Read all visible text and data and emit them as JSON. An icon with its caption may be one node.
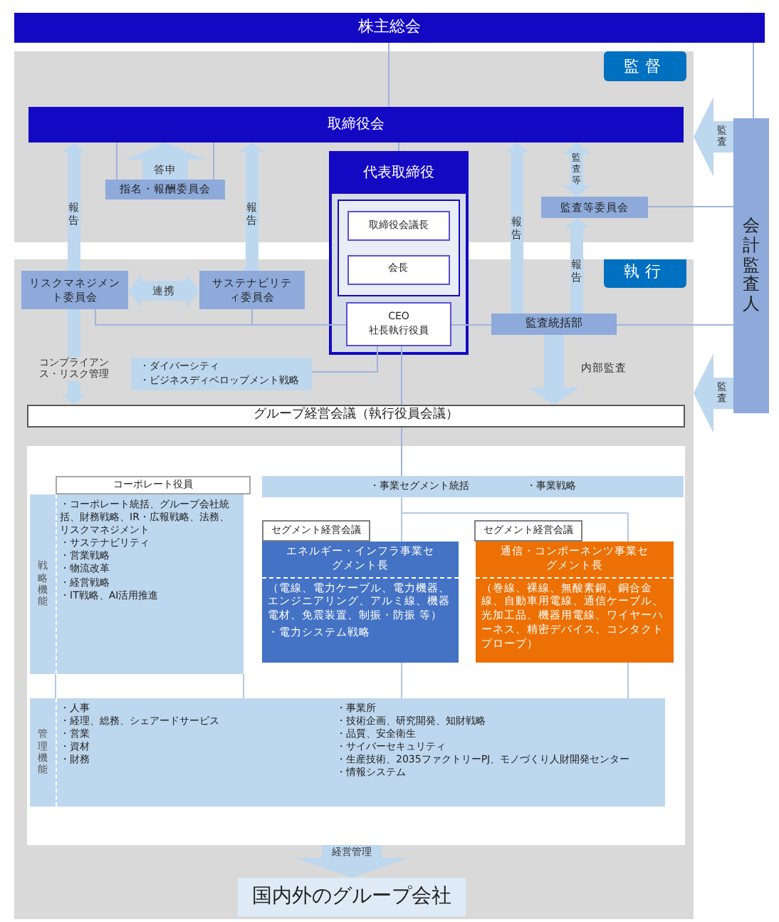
{
  "diagram": {
    "nodes": [
      {
        "text": [
          "株主総会"
        ]
      },
      {
        "text": [
          "監督"
        ]
      },
      {
        "text": [
          "取締役会"
        ],
        "in": 1
      },
      {
        "text": [
          "指名・報酬委員会"
        ],
        "in": 1
      },
      {
        "text": [
          "代表取締役"
        ]
      },
      {
        "text": [],
        "shape": "box",
        "in": 4
      },
      {
        "text": [
          "取締役会議長"
        ]
      },
      {
        "text": [
          "会長"
        ],
        "in": 5
      },
      {
        "text": [
          "CEO",
          "社長執行役員"
        ]
      },
      {
        "text": [
          "監査等委員会"
        ],
        "in": 1
      },
      {
        "text": [
          "執行"
        ]
      },
      {
        "text": [
          "リスクマネジメント委員会"
        ],
        "in": 10
      },
      {
        "text": [
          "サステナビリティ委員会"
        ],
        "in": 10
      },
      {
        "text": [
          "監査統括部"
        ],
        "in": 10
      },
      {
        "text": [
          "会計監査人"
        ]
      },
      {
        "text": [
          "・ダイバーシティ",
          "・ビジネスディベロップメント戦略"
        ],
        "in": 10
      },
      {
        "text": [
          "グループ経営会議（執行役員会議）"
        ],
        "in": 10
      },
      {
        "text": [],
        "shape": "box",
        "in": 10
      },
      {
        "text": [
          "コーポレート役員"
        ],
        "in": 17
      },
      {
        "text": [
          "・事業セグメント統括",
          "・事業戦略"
        ],
        "in": 17
      },
      {
        "text": [
          "戦略機能",
          "・コーポレート統括、グループ会社統括、財務戦略、IR・広報戦略、法務、リスクマネジメント",
          "・サステナビリティ",
          "・営業戦略",
          "・物流改革",
          "・経営戦略",
          "・IT戦略、AI活用推進"
        ],
        "in": 17
      },
      {
        "text": [
          "セグメント経営会議"
        ],
        "in": 17
      },
      {
        "text": [
          "エネルギー・インフラ事業セグメント長",
          "（電線、電力ケーブル、電力機器、エンジニアリング、アルミ線、機器電材、免震装置、制振・防振 等）",
          "・電力システム戦略"
        ],
        "in": 17
      },
      {
        "text": [
          "セグメント経営会議"
        ],
        "in": 17
      },
      {
        "text": [
          "通信・コンポーネンツ事業セグメント長",
          "（巻線、裸線、無酸素銅、銅合金線、自動車用電線、通信ケーブル、光加工品、機器用電線、ワイヤーハーネス、精密デバイス、コンタクトプローブ）"
        ],
        "in": 17
      },
      {
        "text": [
          "管理機能",
          "・人事",
          "・経理、総務、シェアードサービス",
          "・営業",
          "・資材",
          "・財務",
          "・事業所",
          "・技術企画、研究開発、知財戦略",
          "・品質、安全衛生",
          "・サイバーセキュリティ",
          "・生産技術、2035ファクトリーPJ、モノづくり人財開発センター",
          "・情報システム"
        ],
        "in": 17
      },
      {
        "text": [
          "国内外のグループ会社"
        ],
        "in": 10
      }
    ],
    "edges": [
      {
        "from": 0,
        "to": 2,
        "arrow": "none"
      },
      {
        "from": 0,
        "to": 14,
        "arrow": "none"
      },
      {
        "from": 2,
        "to": 4,
        "arrow": "none"
      },
      {
        "from": 3,
        "to": 2,
        "arrow": "to",
        "label": "答申",
        "style": "thick"
      },
      {
        "from": 2,
        "to": 3,
        "arrow": "none"
      },
      {
        "from": 11,
        "to": 2,
        "arrow": "to",
        "label": "報告",
        "style": "thick"
      },
      {
        "from": 12,
        "to": 2,
        "arrow": "to",
        "label": "報告",
        "style": "thick"
      },
      {
        "from": 13,
        "to": 2,
        "arrow": "to",
        "label": "報告",
        "style": "thick"
      },
      {
        "from": 9,
        "to": 2,
        "arrow": "both",
        "label": "監査等",
        "style": "thick"
      },
      {
        "from": 13,
        "to": 9,
        "arrow": "to",
        "label": "報告",
        "style": "thick"
      },
      {
        "from": 9,
        "to": 14,
        "arrow": "none"
      },
      {
        "from": 14,
        "to": 1,
        "arrow": "to",
        "label": "監査",
        "style": "thick"
      },
      {
        "from": 14,
        "to": 10,
        "arrow": "to",
        "label": "監査",
        "style": "thick"
      },
      {
        "from": 11,
        "to": 12,
        "arrow": "both",
        "label": "連携",
        "style": "thick"
      },
      {
        "from": 11,
        "to": 16,
        "arrow": "to",
        "label": "コンプライアンス・リスク管理",
        "style": "thick"
      },
      {
        "from": 13,
        "to": 16,
        "arrow": "to",
        "label": "内部監査",
        "style": "thick"
      },
      {
        "from": 11,
        "to": 8,
        "arrow": "none"
      },
      {
        "from": 12,
        "to": 8,
        "arrow": "none"
      },
      {
        "from": 8,
        "to": 13,
        "arrow": "none"
      },
      {
        "from": 13,
        "to": 14,
        "arrow": "none"
      },
      {
        "from": 8,
        "to": 15,
        "arrow": "none"
      },
      {
        "from": 8,
        "to": 16,
        "arrow": "none"
      },
      {
        "from": 16,
        "to": 19,
        "arrow": "none"
      },
      {
        "from": 17,
        "to": 26,
        "arrow": "to",
        "label": "経営管理",
        "style": "thick"
      }
    ]
  }
}
